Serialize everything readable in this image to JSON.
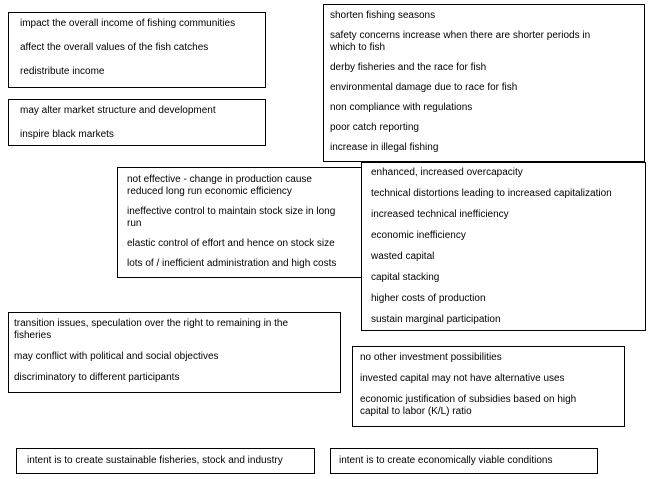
{
  "colors": {
    "background": "#ffffff",
    "box_border": "#000000",
    "text": "#000000"
  },
  "boxes": {
    "income_distribution": {
      "items": [
        "impact the overall income of fishing communities",
        "affect the overall values of the fish catches",
        "redistribute income"
      ]
    },
    "market_structure": {
      "items": [
        "may alter market structure and development",
        "inspire black markets"
      ]
    },
    "fishing_seasons": {
      "items": [
        "shorten fishing seasons",
        "safety concerns increase when there are shorter periods in\nwhich to fish",
        "derby fisheries and the race for fish",
        "environmental damage due to race for fish",
        "non compliance with regulations",
        "poor catch reporting",
        "increase in illegal fishing"
      ]
    },
    "regulation_effectiveness": {
      "items": [
        "not effective - change in production cause\nreduced long run economic efficiency",
        "ineffective control to maintain stock size in long\nrun",
        "elastic control of effort and hence on stock size",
        "lots of / inefficient administration and high costs"
      ]
    },
    "overcapacity": {
      "items": [
        "enhanced, increased overcapacity",
        "technical distortions leading to increased capitalization",
        "increased technical inefficiency",
        "economic inefficiency",
        "wasted capital",
        "capital stacking",
        "higher costs of production",
        "sustain marginal participation"
      ]
    },
    "transition": {
      "items": [
        "transition issues, speculation over the right to remaining in the\nfisheries",
        "may conflict with political and social objectives",
        "discriminatory to different participants"
      ]
    },
    "investment": {
      "items": [
        "no other investment possibilities",
        "invested capital may not have alternative uses",
        "economic justification of subsidies based on high\ncapital to labor (K/L) ratio"
      ]
    },
    "intent_sustainable": {
      "items": [
        "intent is to create sustainable fisheries, stock and industry"
      ]
    },
    "intent_economic": {
      "items": [
        "intent is to create economically viable conditions"
      ]
    }
  }
}
